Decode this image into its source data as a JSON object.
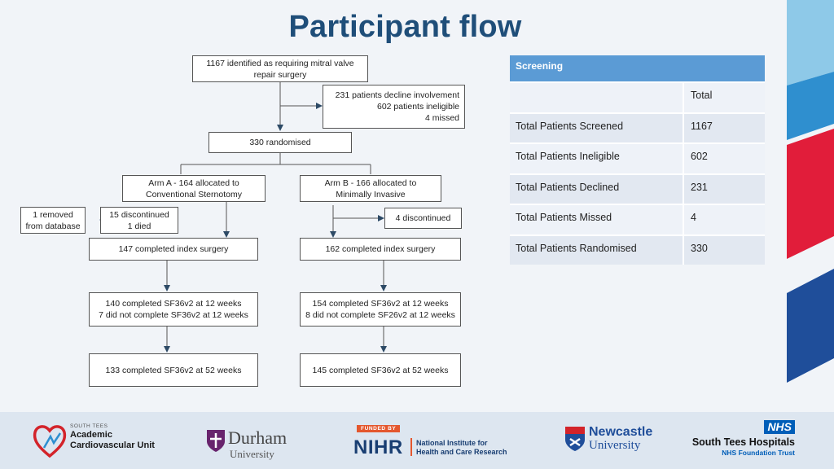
{
  "title": "Participant flow",
  "flow": {
    "identified": [
      "1167 identified as requiring mitral valve",
      "repair surgery"
    ],
    "excluded": [
      "231 patients decline involvement",
      "602 patients ineligible",
      "4 missed"
    ],
    "randomised": "330 randomised",
    "arm_a": [
      "Arm A - 164 allocated to",
      "Conventional Sternotomy"
    ],
    "arm_b": [
      "Arm B - 166 allocated to",
      "Minimally Invasive"
    ],
    "removed": [
      "1 removed",
      "from database"
    ],
    "a_discontinued": [
      "15 discontinued",
      "1 died"
    ],
    "b_discontinued": "4 discontinued",
    "a_index": "147 completed index surgery",
    "b_index": "162 completed index surgery",
    "a_12wk": [
      "140 completed SF36v2 at 12 weeks",
      "7 did not complete SF36v2 at 12 weeks"
    ],
    "b_12wk": [
      "154 completed SF36v2 at 12 weeks",
      "8 did not complete SF26v2 at 12 weeks"
    ],
    "a_52wk": "133 completed SF36v2 at 52 weeks",
    "b_52wk": "145 completed SF36v2 at 52 weeks"
  },
  "screening_table": {
    "header": "Screening",
    "column_header": "Total",
    "rows": [
      {
        "label": "Total Patients Screened",
        "value": "1167"
      },
      {
        "label": "Total Patients Ineligible",
        "value": "602"
      },
      {
        "label": "Total Patients Declined",
        "value": "231"
      },
      {
        "label": "Total Patients Missed",
        "value": "4"
      },
      {
        "label": "Total Patients Randomised",
        "value": "330"
      }
    ]
  },
  "logos": {
    "south_tees_acu": [
      "SOUTH TEES",
      "Academic",
      "Cardiovascular Unit"
    ],
    "durham": [
      "Durham",
      "University"
    ],
    "nihr": {
      "funded_by": "FUNDED BY",
      "name": "NIHR",
      "text": [
        "National Institute for",
        "Health and Care Research"
      ]
    },
    "newcastle": [
      "Newcastle",
      "University"
    ],
    "south_tees_hospitals": {
      "badge": "NHS",
      "name": "South Tees Hospitals",
      "trust": "NHS Foundation Trust"
    }
  },
  "colors": {
    "title": "#1f4e79",
    "table_header": "#5b9bd5",
    "nhs_blue": "#005eb8",
    "nihr_orange": "#e4572e",
    "durham_purple": "#68246d"
  }
}
